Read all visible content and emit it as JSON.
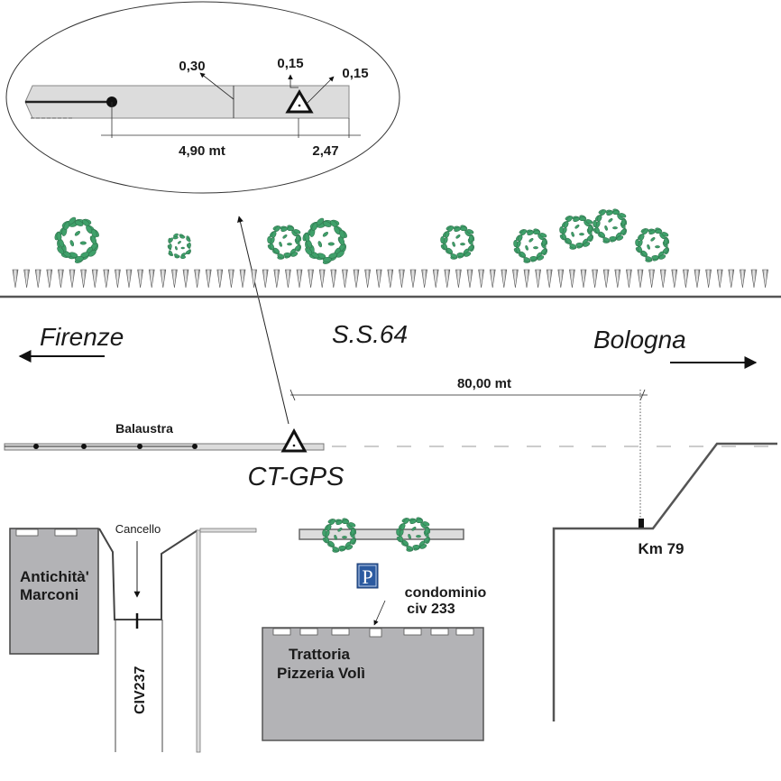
{
  "detail_inset": {
    "dim_total": "4,90 mt",
    "dim_end": "2,47",
    "dim_width": "0,30",
    "dim_offset_top": "0,15",
    "dim_offset_side": "0,15"
  },
  "road": {
    "name": "S.S.64",
    "direction_left": "Firenze",
    "direction_right": "Bologna",
    "distance_to_km": "80,00 mt"
  },
  "markers": {
    "railing_label": "Balaustra",
    "station_label": "CT-GPS",
    "km_label": "Km 79"
  },
  "buildings": {
    "left_building": [
      "Antichità'",
      "Marconi"
    ],
    "gate_label": "Cancello",
    "street_number_left": "CIV237",
    "restaurant": [
      "Trattoria",
      "Pizzeria Volì"
    ],
    "condo_label": [
      "condominio",
      "civ 233"
    ],
    "parking_sign": "P"
  },
  "colors": {
    "bush_fill": "#3fa06a",
    "bush_stroke": "#2d6e4a",
    "building_fill": "#b3b3b6",
    "bar_fill": "#dcdcdc",
    "line_dark": "#555555",
    "parking_blue": "#2b5aa0"
  }
}
